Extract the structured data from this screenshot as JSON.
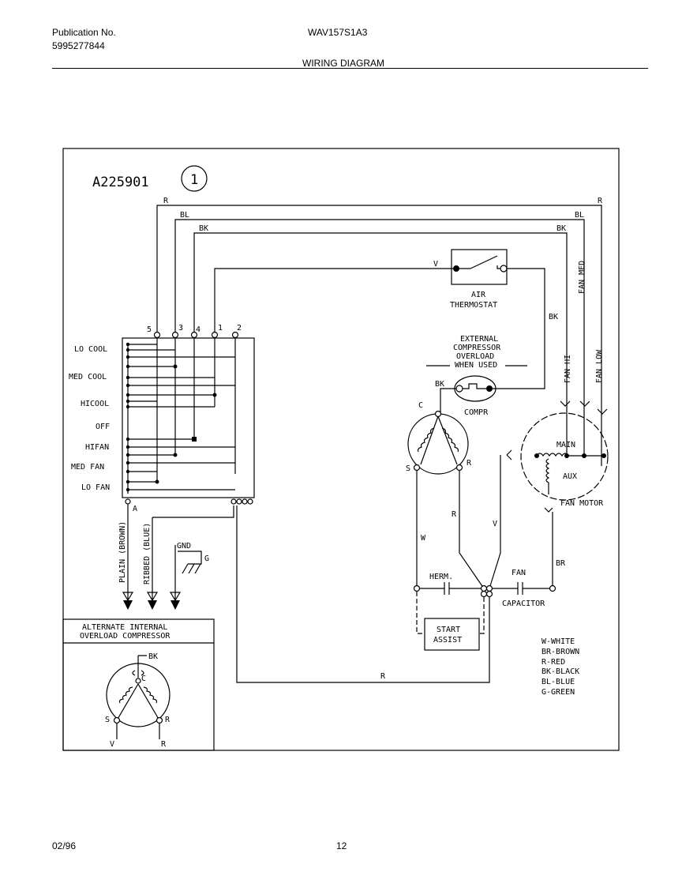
{
  "header": {
    "pub_label": "Publication No.",
    "pub_number": "5995277844",
    "model": "WAV157S1A3",
    "section": "WIRING DIAGRAM"
  },
  "diagram": {
    "part_id": "A225901",
    "rev": "1",
    "switch_labels": [
      "LO COOL",
      "MED COOL",
      "HICOOL",
      "OFF",
      "HIFAN",
      "MED FAN",
      "LO FAN"
    ],
    "terminals": [
      "5",
      "3",
      "4",
      "1",
      "2"
    ],
    "terminal_a": "A",
    "wire_codes": {
      "r": "R",
      "bl": "BL",
      "bk": "BK",
      "v": "V",
      "w": "W",
      "br": "BR"
    },
    "fan_med": "FAN MED",
    "fan_hi": "FAN HI",
    "fan_low": "FAN LOW",
    "air_thermostat": [
      "AIR",
      "THERMOSTAT"
    ],
    "external_overload": [
      "EXTERNAL",
      "COMPRESSOR",
      "OVERLOAD",
      "WHEN USED"
    ],
    "compr": "COMPR",
    "comp_c": "C",
    "comp_s": "S",
    "comp_r": "R",
    "main": "MAIN",
    "aux": "AUX",
    "fan_motor": "FAN MOTOR",
    "herm": "HERM.",
    "fan": "FAN",
    "capacitor": "CAPACITOR",
    "start_assist": [
      "START",
      "ASSIST"
    ],
    "plain": "PLAIN (BROWN)",
    "ribbed": "RIBBED (BLUE)",
    "gnd": "GND",
    "g": "G",
    "alt_title": [
      "ALTERNATE INTERNAL",
      "OVERLOAD COMPRESSOR"
    ],
    "legend": [
      "W-WHITE",
      "BR-BROWN",
      "R-RED",
      "BK-BLACK",
      "BL-BLUE",
      "G-GREEN"
    ]
  },
  "footer": {
    "date": "02/96",
    "page": "12"
  }
}
